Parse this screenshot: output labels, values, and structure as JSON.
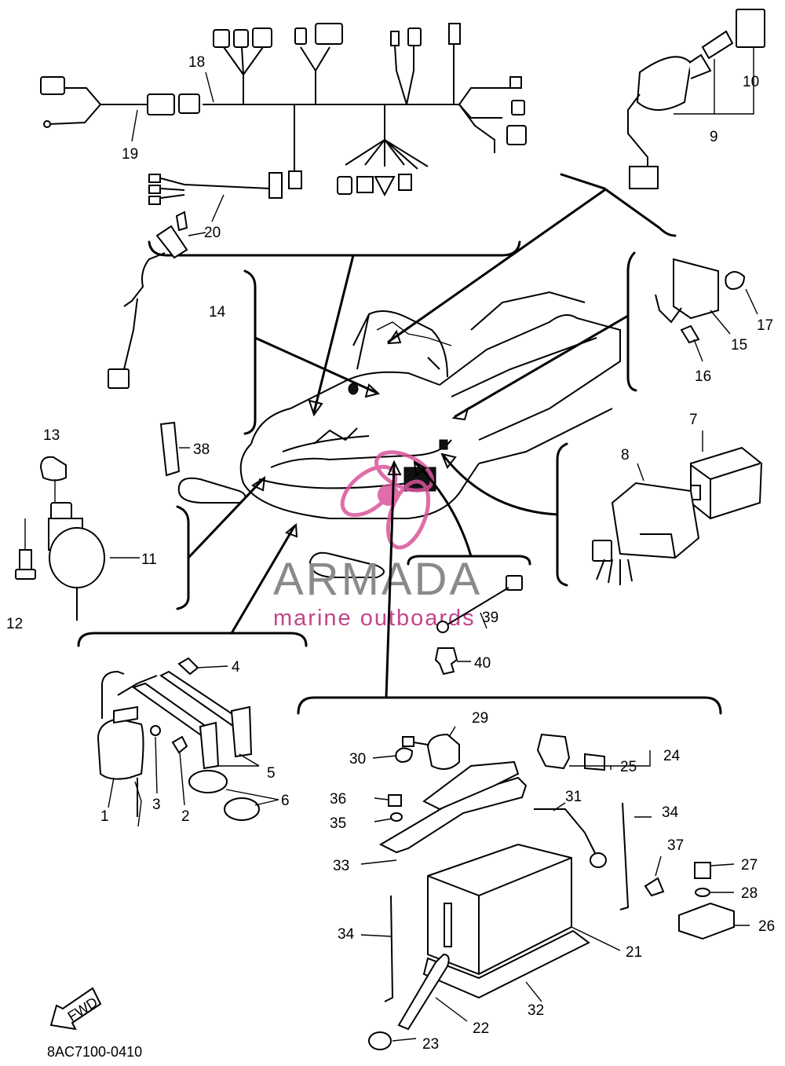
{
  "diagram": {
    "catalog_code": "8AC7100-0410",
    "fwd_label": "FWD",
    "watermark": {
      "title": "ARMADA",
      "subtitle": "marine outboards",
      "accent_color": "#d9549b",
      "text_color": "#8a8a8a"
    },
    "callouts": [
      "1",
      "2",
      "3",
      "4",
      "5",
      "6",
      "7",
      "8",
      "9",
      "10",
      "11",
      "12",
      "13",
      "14",
      "15",
      "16",
      "17",
      "18",
      "19",
      "20",
      "21",
      "22",
      "23",
      "24",
      "25",
      "26",
      "27",
      "28",
      "29",
      "30",
      "31",
      "32",
      "33",
      "34",
      "34",
      "35",
      "36",
      "37",
      "38",
      "39",
      "40"
    ]
  }
}
